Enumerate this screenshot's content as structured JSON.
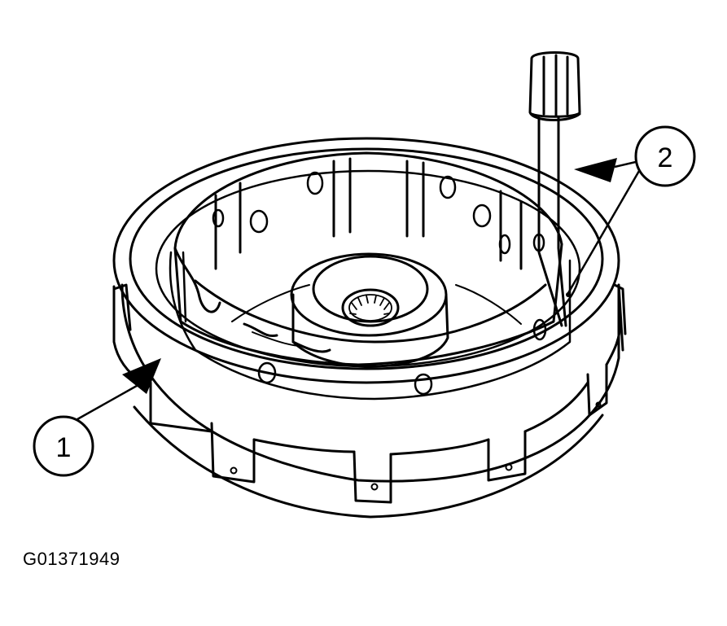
{
  "callouts": [
    {
      "label": "1"
    },
    {
      "label": "2"
    }
  ],
  "figure_id": "G01371949",
  "colors": {
    "ink": "#000000",
    "paper": "#ffffff"
  }
}
